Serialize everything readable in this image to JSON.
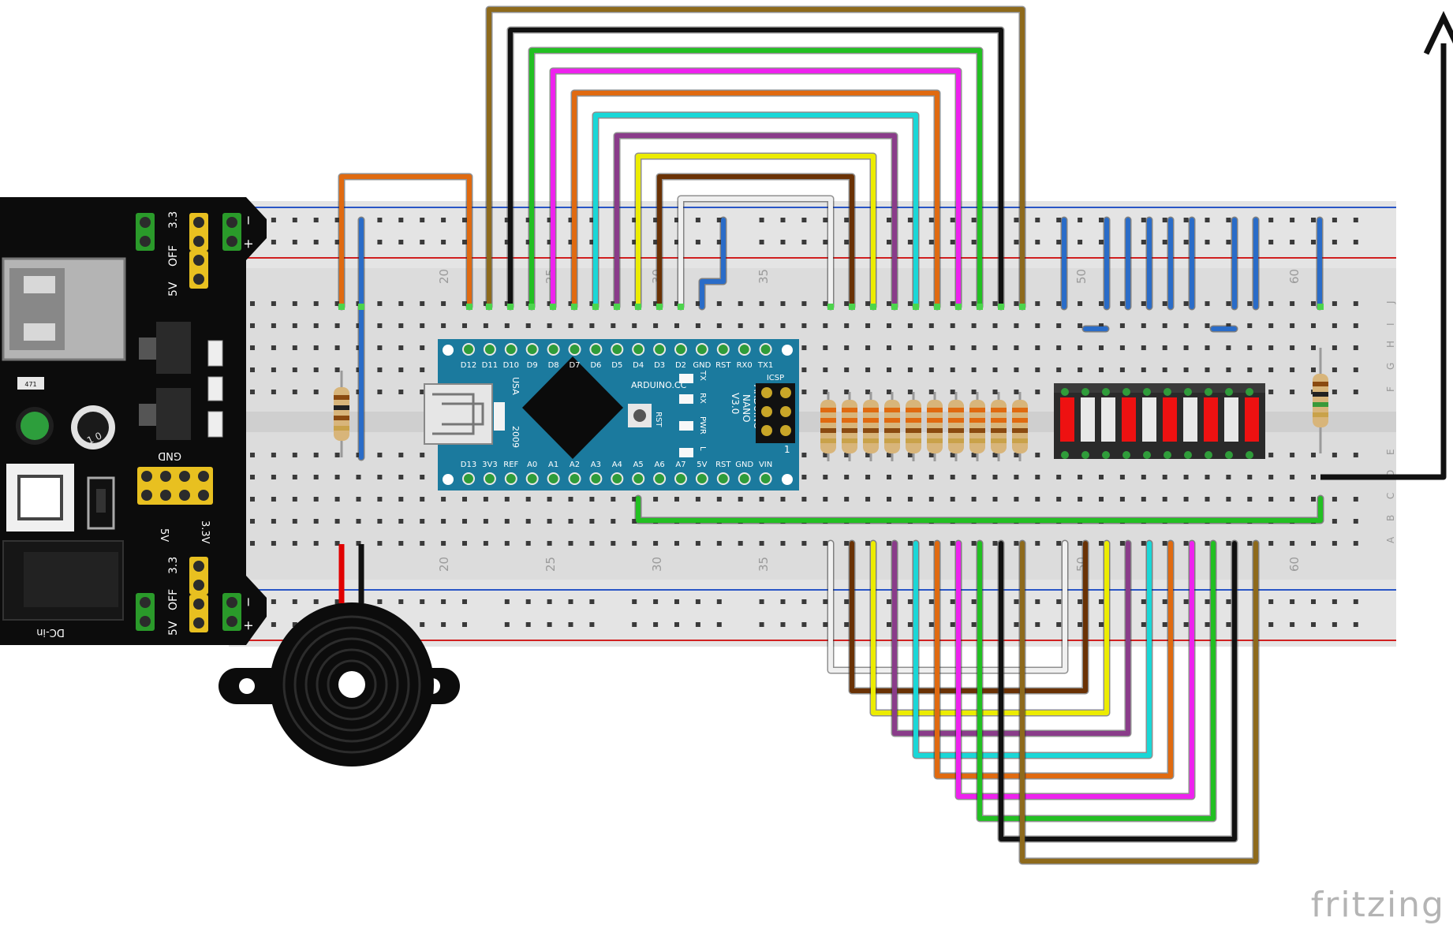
{
  "breadboard": {
    "column_numbers": [
      "20",
      "25",
      "30",
      "35",
      "50",
      "60"
    ],
    "row_letters": [
      "J",
      "I",
      "H",
      "G",
      "F",
      "E",
      "D",
      "C",
      "B",
      "A"
    ]
  },
  "arduino": {
    "brand": "ARDUINO.CC",
    "model_line1": "ARDUINO",
    "model_line2": "NANO",
    "model_line3": "V3.0",
    "country": "USA",
    "year": "2009",
    "icsp": "ICSP",
    "icsp_pin1": "1",
    "rst_button": "RST",
    "top_pins": [
      "D12",
      "D11",
      "D10",
      "D9",
      "D8",
      "D7",
      "D6",
      "D5",
      "D4",
      "D3",
      "D2",
      "GND",
      "RST",
      "RX0",
      "TX1"
    ],
    "bottom_pins": [
      "D13",
      "3V3",
      "REF",
      "A0",
      "A1",
      "A2",
      "A3",
      "A4",
      "A5",
      "A6",
      "A7",
      "5V",
      "RST",
      "GND",
      "VIN"
    ],
    "led_labels": [
      "TX",
      "RX",
      "PWR",
      "L"
    ]
  },
  "power_module": {
    "v33_top": "3.3",
    "off_top": "OFF",
    "v5_top": "5V",
    "v33_bottom": "3.3",
    "off_bottom": "OFF",
    "v5_bottom": "5V",
    "gnd": "GND",
    "label_5v": "5V",
    "label_33v": "3.3V",
    "minus": "−",
    "plus": "+",
    "dc_in": "DC-in",
    "knob": "1 0",
    "chip": "471"
  },
  "watermark": "fritzing",
  "colors": {
    "breadboard": "#dcdcdc",
    "rail_blue": "#2a56c6",
    "rail_red": "#d02020",
    "nano": "#1b7a9e",
    "wire_orange": "#e06a10",
    "wire_blue": "#2a6cc8",
    "wire_green": "#22c022",
    "wire_magenta": "#ee22ee",
    "wire_cyan": "#1ad7d7",
    "wire_purple": "#8a3c8a",
    "wire_yellow": "#ecec00",
    "wire_brown": "#6a3205",
    "wire_white": "#f0f0f0",
    "wire_black": "#111111",
    "wire_gold": "#8e6a1c",
    "led_red": "#ee1111"
  }
}
